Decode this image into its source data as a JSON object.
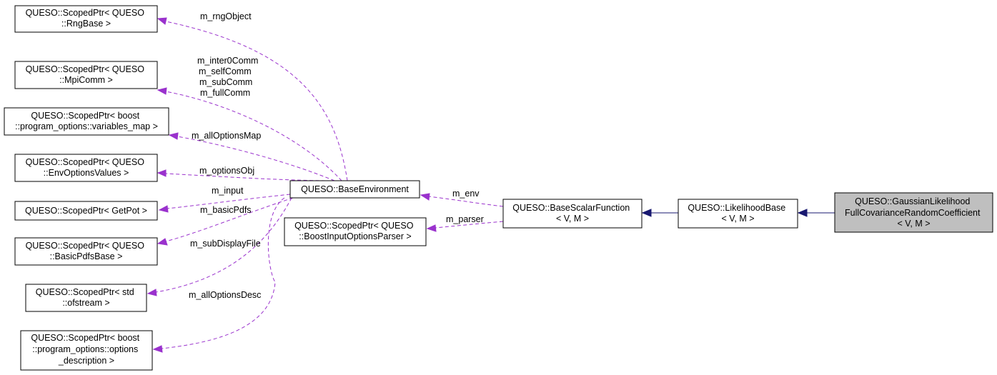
{
  "nodes": {
    "rng_base": [
      "QUESO::ScopedPtr< QUESO",
      "::RngBase >"
    ],
    "mpi_comm": [
      "QUESO::ScopedPtr< QUESO",
      "::MpiComm >"
    ],
    "variables_map": [
      "QUESO::ScopedPtr< boost",
      "::program_options::variables_map >"
    ],
    "env_options_values": [
      "QUESO::ScopedPtr< QUESO",
      "::EnvOptionsValues >"
    ],
    "getpot": [
      "QUESO::ScopedPtr< GetPot >"
    ],
    "basic_pdfs_base": [
      "QUESO::ScopedPtr< QUESO",
      "::BasicPdfsBase >"
    ],
    "ofstream": [
      "QUESO::ScopedPtr< std",
      "::ofstream >"
    ],
    "options_description": [
      "QUESO::ScopedPtr< boost",
      "::program_options::options",
      "_description >"
    ],
    "base_environment": [
      "QUESO::BaseEnvironment"
    ],
    "boost_input_options_parser": [
      "QUESO::ScopedPtr< QUESO",
      "::BoostInputOptionsParser >"
    ],
    "base_scalar_function": [
      "QUESO::BaseScalarFunction",
      "< V, M >"
    ],
    "likelihood_base": [
      "QUESO::LikelihoodBase",
      "< V, M >"
    ],
    "gaussian_likelihood": [
      "QUESO::GaussianLikelihood",
      "FullCovarianceRandomCoefficient",
      "< V, M >"
    ]
  },
  "edge_labels": {
    "rng_object": [
      "m_rngObject"
    ],
    "comms": [
      "m_inter0Comm",
      "m_selfComm",
      "m_subComm",
      "m_fullComm"
    ],
    "all_options_map": [
      "m_allOptionsMap"
    ],
    "options_obj": [
      "m_optionsObj"
    ],
    "input": [
      "m_input"
    ],
    "basic_pdfs": [
      "m_basicPdfs"
    ],
    "sub_display_file": [
      "m_subDisplayFile"
    ],
    "all_options_desc": [
      "m_allOptionsDesc"
    ],
    "env": [
      "m_env"
    ],
    "parser": [
      "m_parser"
    ]
  },
  "colors": {
    "usage_edge": "#9a32cd",
    "inheritance_edge": "#191970",
    "current_node_fill": "#bfbfbf",
    "node_fill": "#ffffff"
  }
}
